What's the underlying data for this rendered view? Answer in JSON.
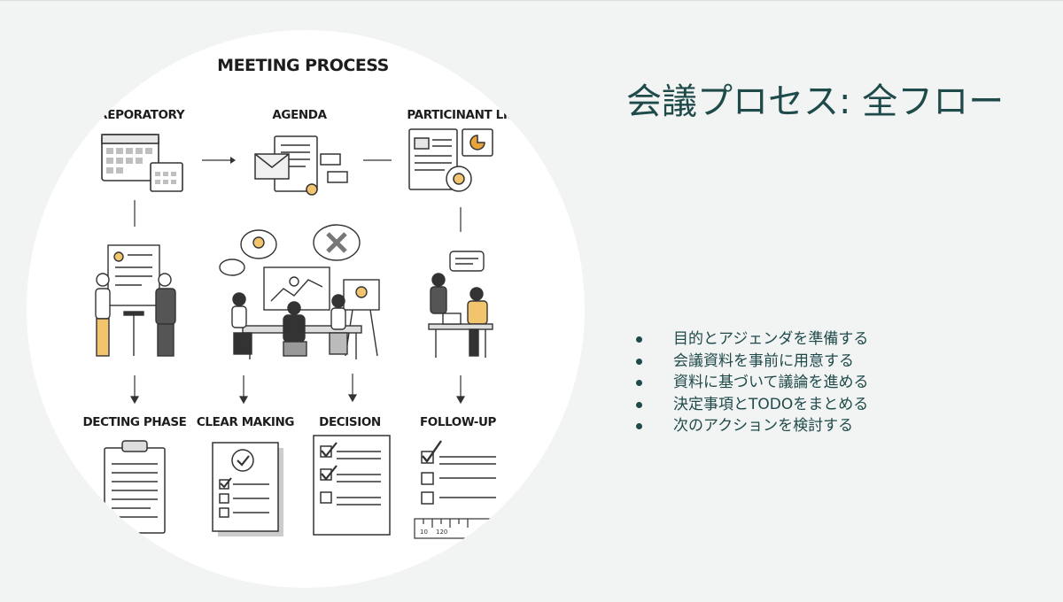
{
  "illustration": {
    "title": "MEETING PROCESS",
    "steps_top": [
      "PREPORATORY",
      "AGENDA",
      "PARTICINANT LIST"
    ],
    "steps_bottom": [
      "DECTING PHASE",
      "CLEAR MAKING",
      "DECISION",
      "FOLLOW-UP"
    ],
    "ruler_ticks": [
      "10",
      "120"
    ]
  },
  "slide": {
    "title": "会議プロセス: 全フロー",
    "bullets": [
      "目的とアジェンダを準備する",
      "会議資料を事前に用意する",
      "資料に基づいて議論を進める",
      "決定事項とTODOをまとめる",
      "次のアクションを検討する"
    ]
  },
  "colors": {
    "title_text": "#1f4a4a",
    "background": "#f2f3f3",
    "accent_yellow": "#f2c46d",
    "accent_orange": "#e9a33c"
  }
}
